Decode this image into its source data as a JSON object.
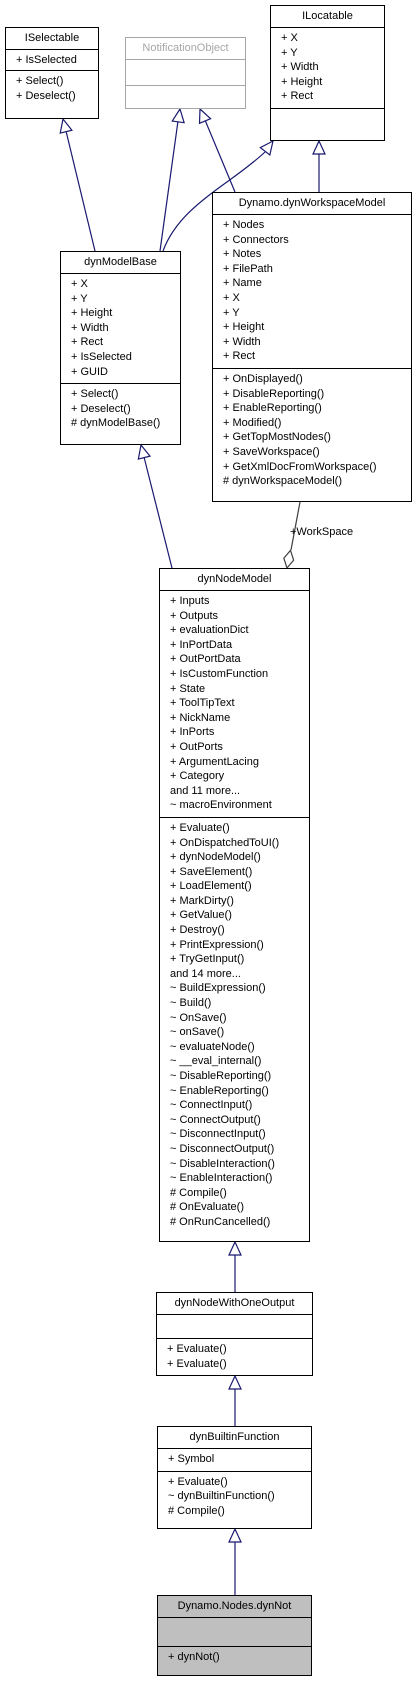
{
  "classes": [
    {
      "id": "iselectable",
      "name": "ISelectable",
      "attributes": [
        "+ IsSelected"
      ],
      "operations": [
        "+ Select()",
        "+ Deselect()"
      ]
    },
    {
      "id": "notificationobject",
      "name": "NotificationObject",
      "attributes": [],
      "operations": []
    },
    {
      "id": "ilocatable",
      "name": "ILocatable",
      "attributes": [
        "+ X",
        "+ Y",
        "+ Width",
        "+ Height",
        "+ Rect"
      ],
      "operations": []
    },
    {
      "id": "dynworkspacemodel",
      "name": "Dynamo.dynWorkspaceModel",
      "attributes": [
        "+ Nodes",
        "+ Connectors",
        "+ Notes",
        "+ FilePath",
        "+ Name",
        "+ X",
        "+ Y",
        "+ Height",
        "+ Width",
        "+ Rect"
      ],
      "operations": [
        "+ OnDisplayed()",
        "+ DisableReporting()",
        "+ EnableReporting()",
        "+ Modified()",
        "+ GetTopMostNodes()",
        "+ SaveWorkspace()",
        "+ GetXmlDocFromWorkspace()",
        "# dynWorkspaceModel()"
      ]
    },
    {
      "id": "dynmodelbase",
      "name": "dynModelBase",
      "attributes": [
        "+ X",
        "+ Y",
        "+ Height",
        "+ Width",
        "+ Rect",
        "+ IsSelected",
        "+ GUID"
      ],
      "operations": [
        "+ Select()",
        "+ Deselect()",
        "# dynModelBase()"
      ]
    },
    {
      "id": "dynnodemodel",
      "name": "dynNodeModel",
      "attributes": [
        "+ Inputs",
        "+ Outputs",
        "+ evaluationDict",
        "+ InPortData",
        "+ OutPortData",
        "+ IsCustomFunction",
        "+ State",
        "+ ToolTipText",
        "+ NickName",
        "+ InPorts",
        "+ OutPorts",
        "+ ArgumentLacing",
        "+ Category",
        "and 11 more...",
        "~ macroEnvironment"
      ],
      "operations": [
        "+ Evaluate()",
        "+ OnDispatchedToUI()",
        "+ dynNodeModel()",
        "+ SaveElement()",
        "+ LoadElement()",
        "+ MarkDirty()",
        "+ GetValue()",
        "+ Destroy()",
        "+ PrintExpression()",
        "+ TryGetInput()",
        "and 14 more...",
        "~ BuildExpression()",
        "~ Build()",
        "~ OnSave()",
        "~ onSave()",
        "~ evaluateNode()",
        "~ __eval_internal()",
        "~ DisableReporting()",
        "~ EnableReporting()",
        "~ ConnectInput()",
        "~ ConnectOutput()",
        "~ DisconnectInput()",
        "~ DisconnectOutput()",
        "~ DisableInteraction()",
        "~ EnableInteraction()",
        "# Compile()",
        "# OnEvaluate()",
        "# OnRunCancelled()"
      ]
    },
    {
      "id": "dynnodewithoneoutput",
      "name": "dynNodeWithOneOutput",
      "attributes": [],
      "operations": [
        "+ Evaluate()",
        "+ Evaluate()"
      ]
    },
    {
      "id": "dynbuiltinfunction",
      "name": "dynBuiltinFunction",
      "attributes": [
        "+ Symbol"
      ],
      "operations": [
        "+ Evaluate()",
        "~ dynBuiltinFunction()",
        "# Compile()"
      ]
    },
    {
      "id": "dynnot",
      "name": "Dynamo.Nodes.dynNot",
      "attributes": [],
      "operations": [
        "+ dynNot()"
      ]
    }
  ],
  "relations": [
    {
      "from": "dynmodelbase",
      "to": "iselectable",
      "type": "inheritance"
    },
    {
      "from": "dynmodelbase",
      "to": "notificationobject",
      "type": "inheritance"
    },
    {
      "from": "dynmodelbase",
      "to": "ilocatable",
      "type": "inheritance"
    },
    {
      "from": "dynworkspacemodel",
      "to": "notificationobject",
      "type": "inheritance"
    },
    {
      "from": "dynworkspacemodel",
      "to": "ilocatable",
      "type": "inheritance"
    },
    {
      "from": "dynnodemodel",
      "to": "dynmodelbase",
      "type": "inheritance"
    },
    {
      "from": "dynnodemodel",
      "to": "dynworkspacemodel",
      "type": "aggregation",
      "label": "+WorkSpace"
    },
    {
      "from": "dynnodewithoneoutput",
      "to": "dynnodemodel",
      "type": "inheritance"
    },
    {
      "from": "dynbuiltinfunction",
      "to": "dynnodewithoneoutput",
      "type": "inheritance"
    },
    {
      "from": "dynnot",
      "to": "dynbuiltinfunction",
      "type": "inheritance"
    }
  ],
  "colors": {
    "navy": "#191970",
    "edge": "#404040",
    "current_fill": "#bfbfbf",
    "undocumented_border": "#a6a6a6"
  }
}
